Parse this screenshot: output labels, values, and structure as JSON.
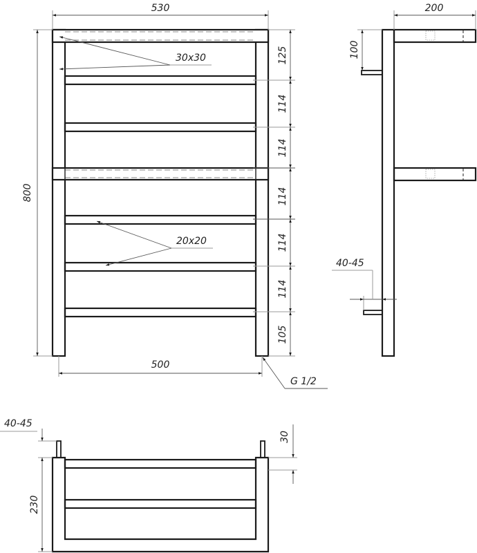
{
  "drawing": {
    "subject": "Towel rail technical drawing",
    "colors": {
      "line": "#1a1a1a",
      "dimension": "#555555",
      "extension": "#9a9a9a",
      "background": "#ffffff"
    }
  },
  "front_view": {
    "overall_width": "530",
    "overall_height": "800",
    "center_distance": "500",
    "top_profile": "30x30",
    "bar_profile": "20x20",
    "thread": "G 1/2",
    "spacings": [
      "125",
      "114",
      "114",
      "114",
      "114",
      "114",
      "105"
    ]
  },
  "side_view": {
    "depth": "200",
    "top_bracket_offset": "100",
    "wall_gap": "40-45"
  },
  "top_view": {
    "wall_gap": "40-45",
    "depth": "230",
    "rail_offset": "30"
  }
}
